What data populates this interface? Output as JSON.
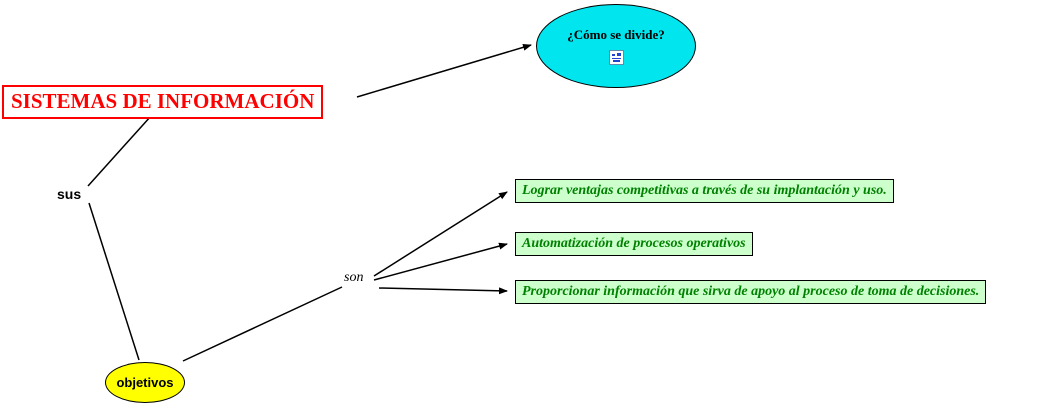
{
  "diagram": {
    "title_node": "SISTEMAS DE INFORMACIÓN",
    "divide_node": {
      "label": "¿Cómo se divide?",
      "icon": "resource-attachment-icon"
    },
    "link_labels": {
      "sus": "sus",
      "son": "son"
    },
    "objetivos_node": "objetivos",
    "objectives": [
      "Lograr ventajas competitivas a través de su implantación y uso.",
      "Automatización de procesos operativos",
      "Proporcionar información que sirva de apoyo al proceso de toma de decisiones."
    ],
    "colors": {
      "title_text_border": "#ff0000",
      "divide_fill": "#00e5ee",
      "objetivos_fill": "#ffff00",
      "objective_box_fill": "#ccffcc",
      "objective_text": "#008000",
      "connector": "#000000"
    }
  }
}
